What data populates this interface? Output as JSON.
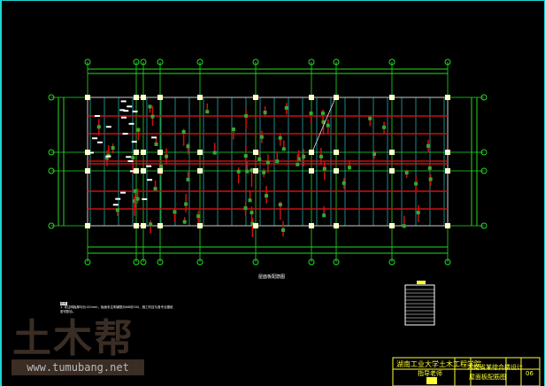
{
  "drawing": {
    "caption": "屋面板配筋图",
    "notes_title": "说明",
    "notes": "1. 未注明板厚均为120mm，板面未注明钢筋为Φ8@200，施工时应与各专业图纸密切配合。"
  },
  "watermark": {
    "logo": "土木帮",
    "url": "www.tumubang.net"
  },
  "title_block": {
    "school": "湖南工业大学土木工程学院",
    "project": "湖南省某综合楼设计",
    "advisor_label": "指导老师",
    "drawing_name": "屋面板配筋图",
    "sheet_no": "06"
  },
  "colors": {
    "axis": "#22dd22",
    "beam": "#cc1111",
    "rebar": "#33aa33",
    "wall": "#22aaaa",
    "column": "#ffffcc",
    "title": "#ffff33"
  }
}
